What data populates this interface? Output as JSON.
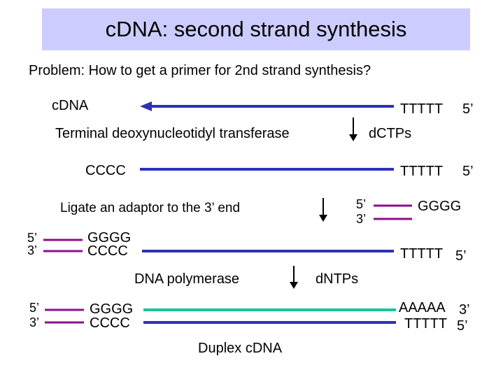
{
  "title": "cDNA: second strand synthesis",
  "problem": "Problem: How to get a primer for 2nd strand synthesis?",
  "step1": {
    "label": "cDNA",
    "right": "TTTTT",
    "right_end": "5’",
    "enzyme": "Terminal deoxynucleotidyl transferase",
    "reagent": "dCTPs"
  },
  "step2": {
    "left": "CCCC",
    "right": "TTTTT",
    "right_end": "5’",
    "action": "Ligate an adaptor to the 3’ end",
    "adaptor_5": "5’",
    "adaptor_3": "3’",
    "adaptor_seq": "GGGG"
  },
  "step3": {
    "end_5": "5’",
    "end_3": "3’",
    "top_seq": "GGGG",
    "bottom_seq": "CCCC",
    "right": "TTTTT",
    "right_end": "5’",
    "enzyme": "DNA polymerase",
    "reagent": "dNTPs"
  },
  "step4": {
    "end_5": "5’",
    "end_3": "3’",
    "top_seq": "GGGG",
    "bottom_seq": "CCCC",
    "top_right": "AAAAA",
    "top_right_end": "3’",
    "bottom_right": "TTTTT",
    "bottom_right_end": "5’",
    "result": "Duplex cDNA"
  },
  "colors": {
    "title_bg": "#ccccff",
    "strand_blue": "#2e31b8",
    "adaptor_purple": "#8b0f8b",
    "new_strand_teal": "#19c39a"
  }
}
